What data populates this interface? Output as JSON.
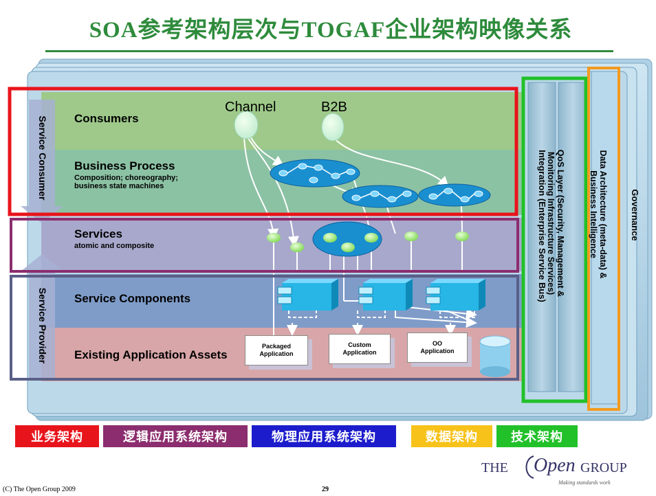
{
  "slide": {
    "title": "SOA参考架构层次与TOGAF企业架构映像关系",
    "footer_left": "(C) The Open Group 2009",
    "page_number": "29"
  },
  "diagram": {
    "layers": {
      "consumers": "Consumers",
      "business_process": "Business Process",
      "business_process_sub_1": "Composition; choreography;",
      "business_process_sub_2": "business state machines",
      "services": "Services",
      "services_sub": "atomic and composite",
      "service_components": "Service Components",
      "existing_assets": "Existing Application Assets"
    },
    "channel_labels": {
      "channel": "Channel",
      "b2b": "B2B"
    },
    "side_labels": {
      "service_consumer": "Service Consumer",
      "service_provider": "Service Provider"
    },
    "vertical_columns": {
      "integration": "Integration (Enterprise Service Bus)",
      "qos_line1": "QoS Layer (Security, Management &",
      "qos_line2": "Monitoring Infrastructure Services)",
      "data_line1": "Data Architecture (meta-data) &",
      "data_line2": "Business Intelligence",
      "governance": "Governance"
    },
    "applications": {
      "packaged_1": "Packaged",
      "packaged_2": "Application",
      "custom_1": "Custom",
      "custom_2": "Application",
      "oo_1": "OO",
      "oo_2": "Application"
    }
  },
  "legend": {
    "items": [
      {
        "label": "业务架构",
        "color": "#e8141c"
      },
      {
        "label": "逻辑应用系统架构",
        "color": "#8b2d6e"
      },
      {
        "label": "物理应用系统架构",
        "color": "#1c1ccc"
      },
      {
        "label": "数据架构",
        "color": "#f7c21a"
      },
      {
        "label": "技术架构",
        "color": "#22c12a"
      }
    ]
  },
  "logo": {
    "the": "THE",
    "open": "Open",
    "group": "GROUP",
    "tagline": "Making standards work"
  },
  "colors": {
    "title_green": "#2e8b3c",
    "consumers_band": "#9ec98a",
    "business_process_band": "#8cc2a4",
    "services_band": "#a8a8cc",
    "service_components_band": "#7f9cc9",
    "existing_assets_band": "#d8a6a8",
    "service_cyan": "#27b6e6",
    "node_green": "#a8f07a"
  }
}
